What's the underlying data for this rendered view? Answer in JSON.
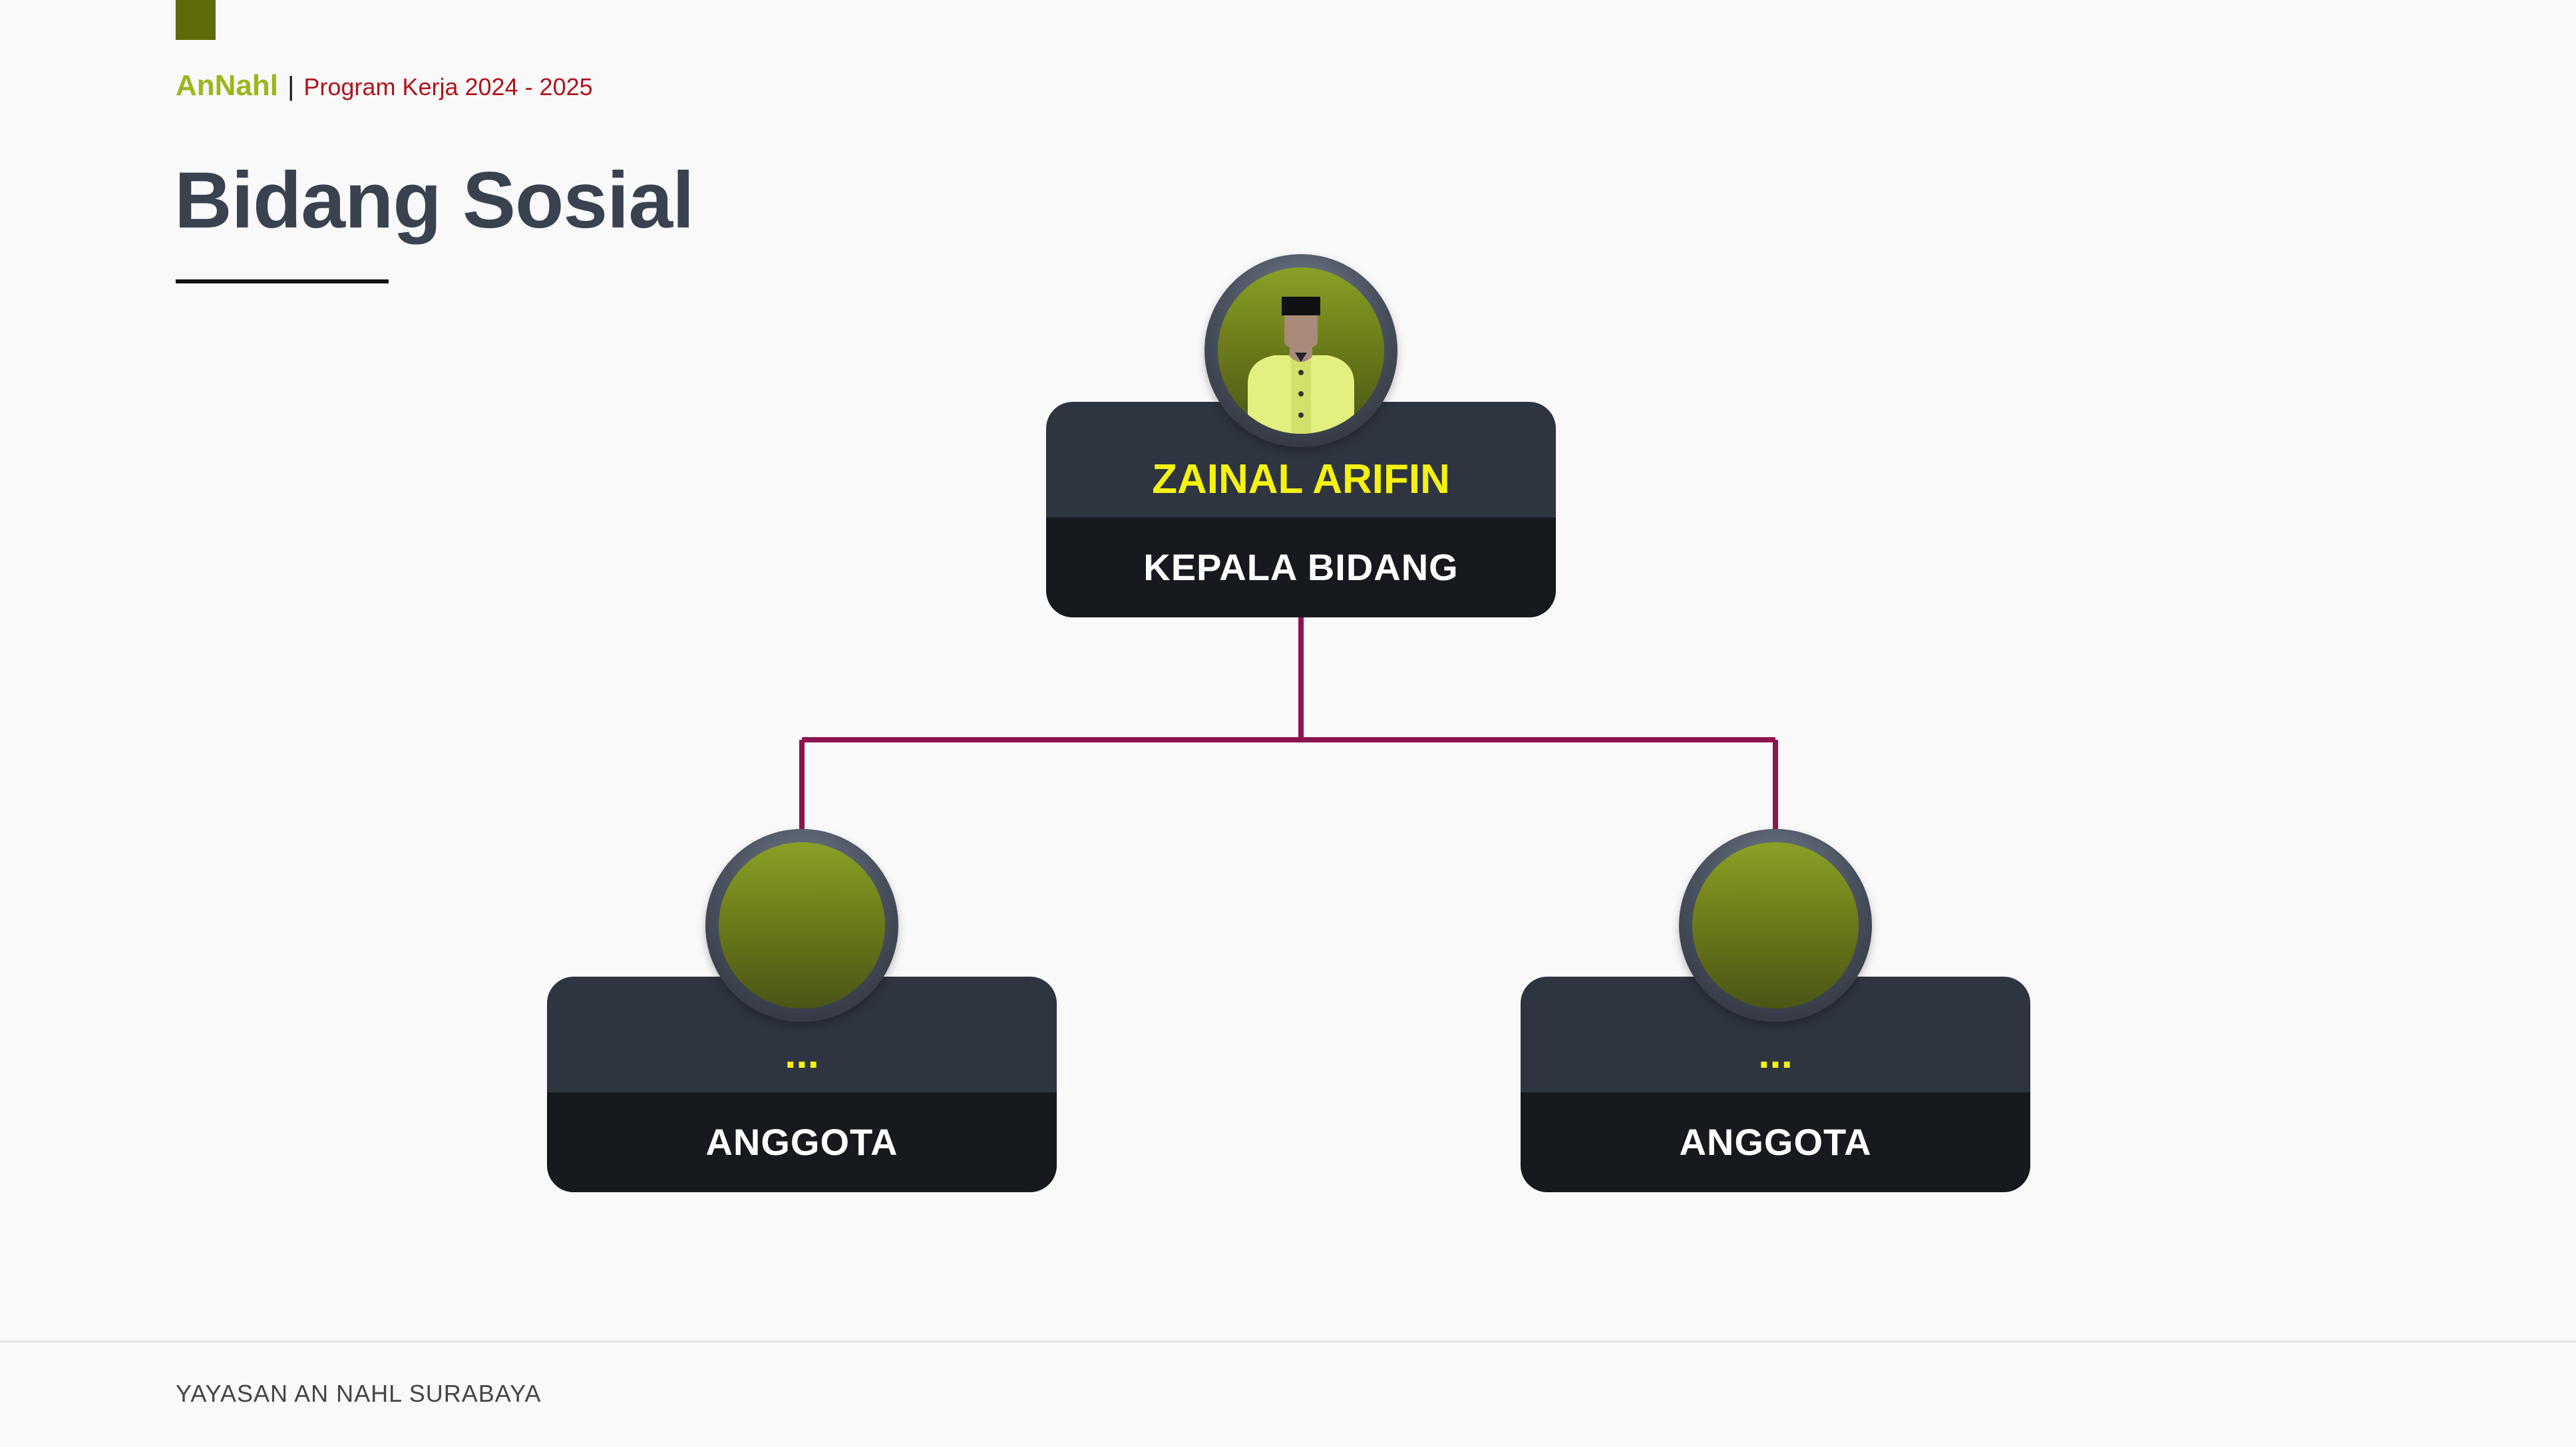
{
  "header": {
    "brand": "AnNahl",
    "separator": "|",
    "program": "Program Kerja 2024 - 2025"
  },
  "title": "Bidang Sosial",
  "org": {
    "head": {
      "name": "ZAINAL ARIFIN",
      "role": "KEPALA BIDANG",
      "avatar_icon": "person-icon"
    },
    "members": [
      {
        "name": "...",
        "role": "ANGGOTA"
      },
      {
        "name": "...",
        "role": "ANGGOTA"
      }
    ]
  },
  "colors": {
    "brand": "#9cb61c",
    "program": "#b0141b",
    "title": "#3a4250",
    "connector": "#8c1551",
    "name": "#f5f20f",
    "card_top": "#2e3540",
    "card_bottom": "#16191d"
  },
  "footer": {
    "text": "YAYASAN AN NAHL SURABAYA"
  }
}
